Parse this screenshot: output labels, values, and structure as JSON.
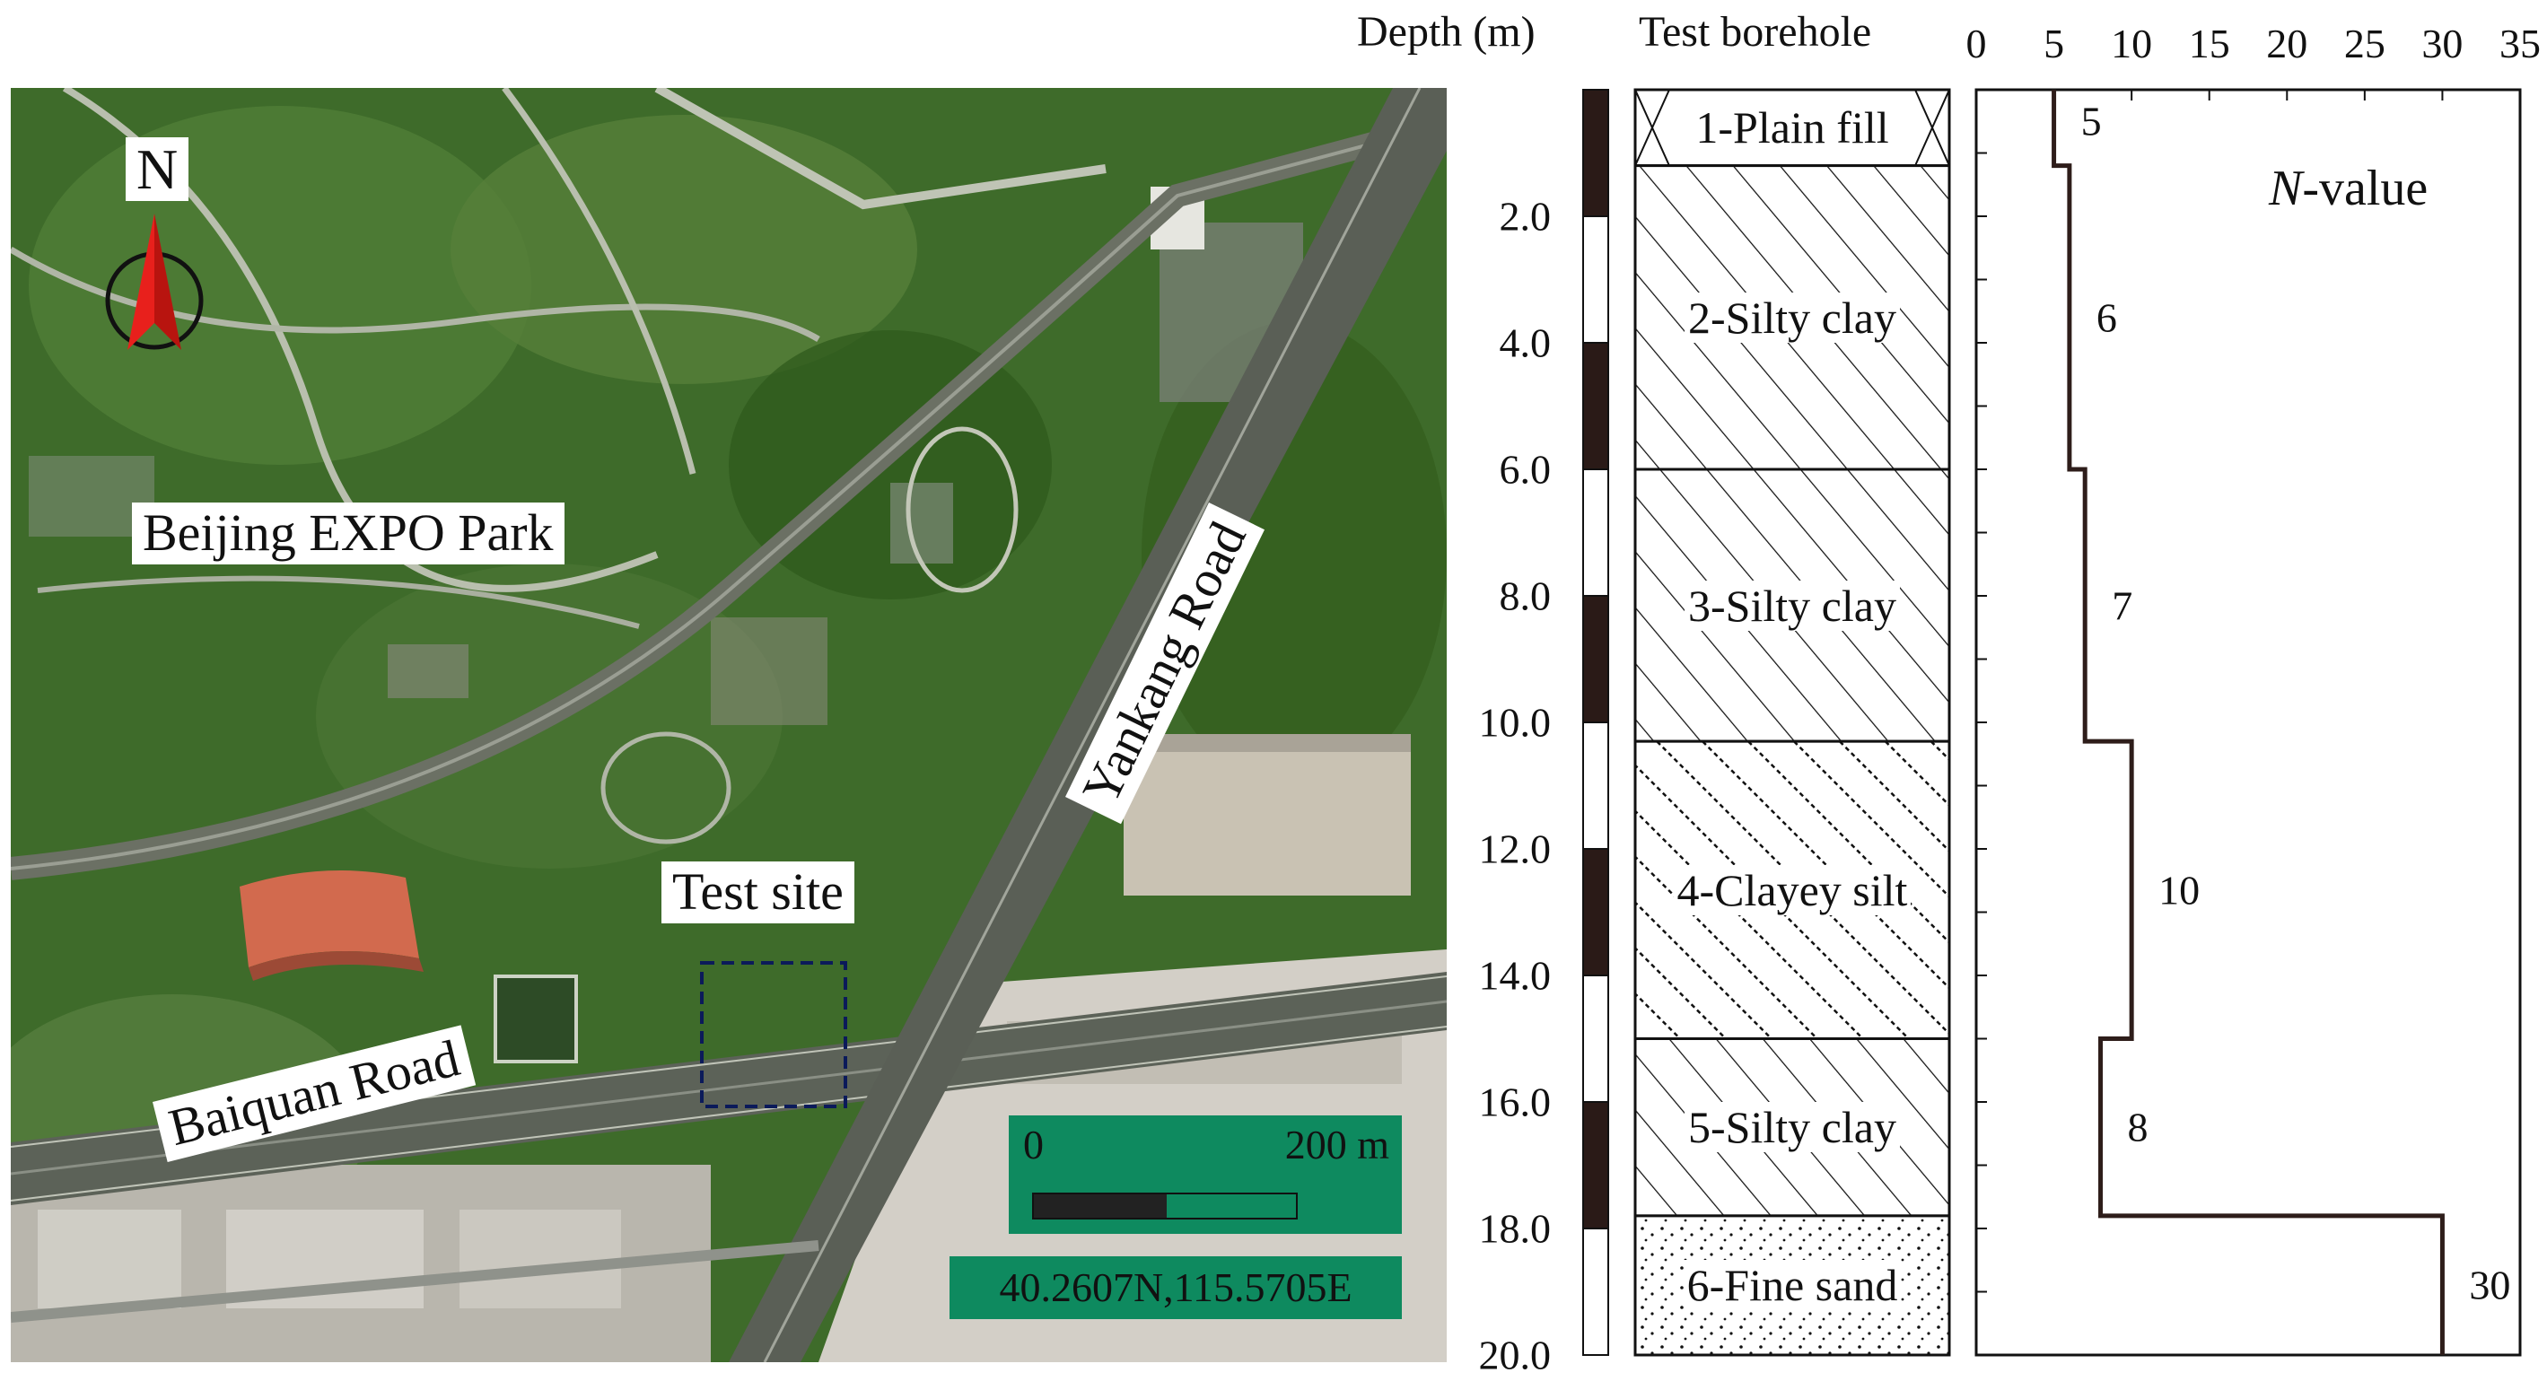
{
  "map": {
    "north": "N",
    "park_label": "Beijing EXPO Park",
    "test_site_label": "Test site",
    "road_baiquan": "Baiquan Road",
    "road_yankang": "Yankang Road",
    "scale_zero": "0",
    "scale_max": "200 m",
    "coordinates": "40.2607N,115.5705E"
  },
  "colors": {
    "north_arrow": "#e8201c",
    "scale_box": "#0e8a5f",
    "test_site_box": "#0b1a5a",
    "vegetation": "#3e6b2a",
    "roads": "#5c6258"
  },
  "borehole": {
    "depth_header": "Depth (m)",
    "borehole_header": "Test borehole",
    "depth_ticks": [
      "2.0",
      "4.0",
      "6.0",
      "8.0",
      "10.0",
      "12.0",
      "14.0",
      "16.0",
      "18.0",
      "20.0"
    ],
    "layers": [
      {
        "name": "1-Plain fill",
        "top": 0,
        "bottom": 1.2,
        "pattern": "fill"
      },
      {
        "name": "2-Silty clay",
        "top": 1.2,
        "bottom": 6.0,
        "pattern": "hatch"
      },
      {
        "name": "3-Silty clay",
        "top": 6.0,
        "bottom": 10.3,
        "pattern": "hatch"
      },
      {
        "name": "4-Clayey silt",
        "top": 10.3,
        "bottom": 15.0,
        "pattern": "dash"
      },
      {
        "name": "5-Silty clay",
        "top": 15.0,
        "bottom": 17.8,
        "pattern": "hatch"
      },
      {
        "name": "6-Fine sand",
        "top": 17.8,
        "bottom": 20.0,
        "pattern": "dots"
      }
    ]
  },
  "chart_data": {
    "type": "line",
    "title": "N-value",
    "xlabel": "",
    "ylabel": "Depth (m)",
    "xlim": [
      0,
      35
    ],
    "ylim": [
      0,
      20
    ],
    "x_ticks": [
      "0",
      "5",
      "10",
      "15",
      "20",
      "25",
      "30",
      "35"
    ],
    "y_inverted": true,
    "series": [
      {
        "name": "N-value",
        "segments": [
          {
            "top": 0,
            "bottom": 1.2,
            "value": 5
          },
          {
            "top": 1.2,
            "bottom": 6.0,
            "value": 6
          },
          {
            "top": 6.0,
            "bottom": 10.3,
            "value": 7
          },
          {
            "top": 10.3,
            "bottom": 15.0,
            "value": 10
          },
          {
            "top": 15.0,
            "bottom": 17.8,
            "value": 8
          },
          {
            "top": 17.8,
            "bottom": 20.0,
            "value": 30
          }
        ]
      }
    ]
  }
}
